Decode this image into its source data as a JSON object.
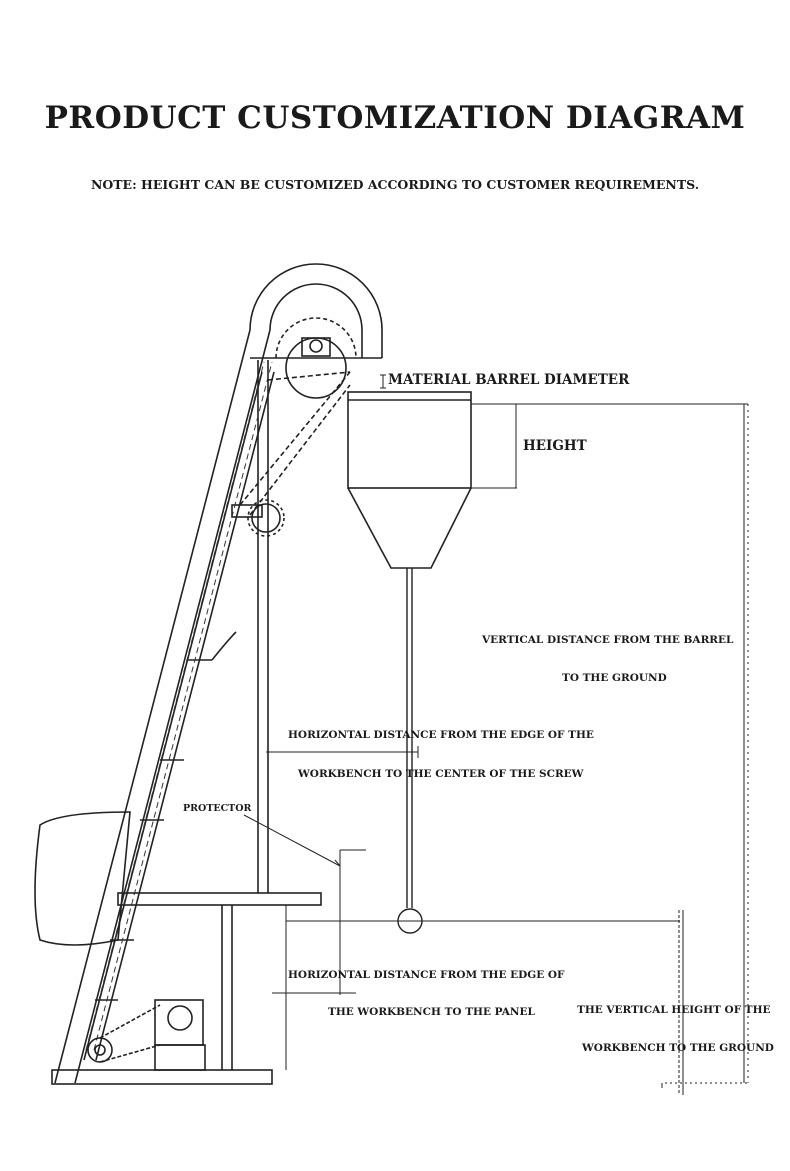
{
  "title": "PRODUCT CUSTOMIZATION DIAGRAM",
  "note": "NOTE: HEIGHT CAN BE CUSTOMIZED ACCORDING TO CUSTOMER REQUIREMENTS.",
  "labels": {
    "barrel_diameter": "MATERIAL BARREL DIAMETER",
    "height": "HEIGHT",
    "vertical_barrel_line1": "VERTICAL DISTANCE FROM THE BARREL",
    "vertical_barrel_line2": "TO THE GROUND",
    "horizontal_screw_line1": "HORIZONTAL DISTANCE FROM THE EDGE OF THE",
    "horizontal_screw_line2": "WORKBENCH TO THE CENTER OF THE SCREW",
    "protector": "PROTECTOR",
    "horizontal_panel_line1": "HORIZONTAL DISTANCE FROM THE EDGE OF",
    "horizontal_panel_line2": "THE WORKBENCH TO THE PANEL",
    "workbench_height_line1": "THE VERTICAL HEIGHT OF THE",
    "workbench_height_line2": "WORKBENCH TO THE GROUND"
  }
}
